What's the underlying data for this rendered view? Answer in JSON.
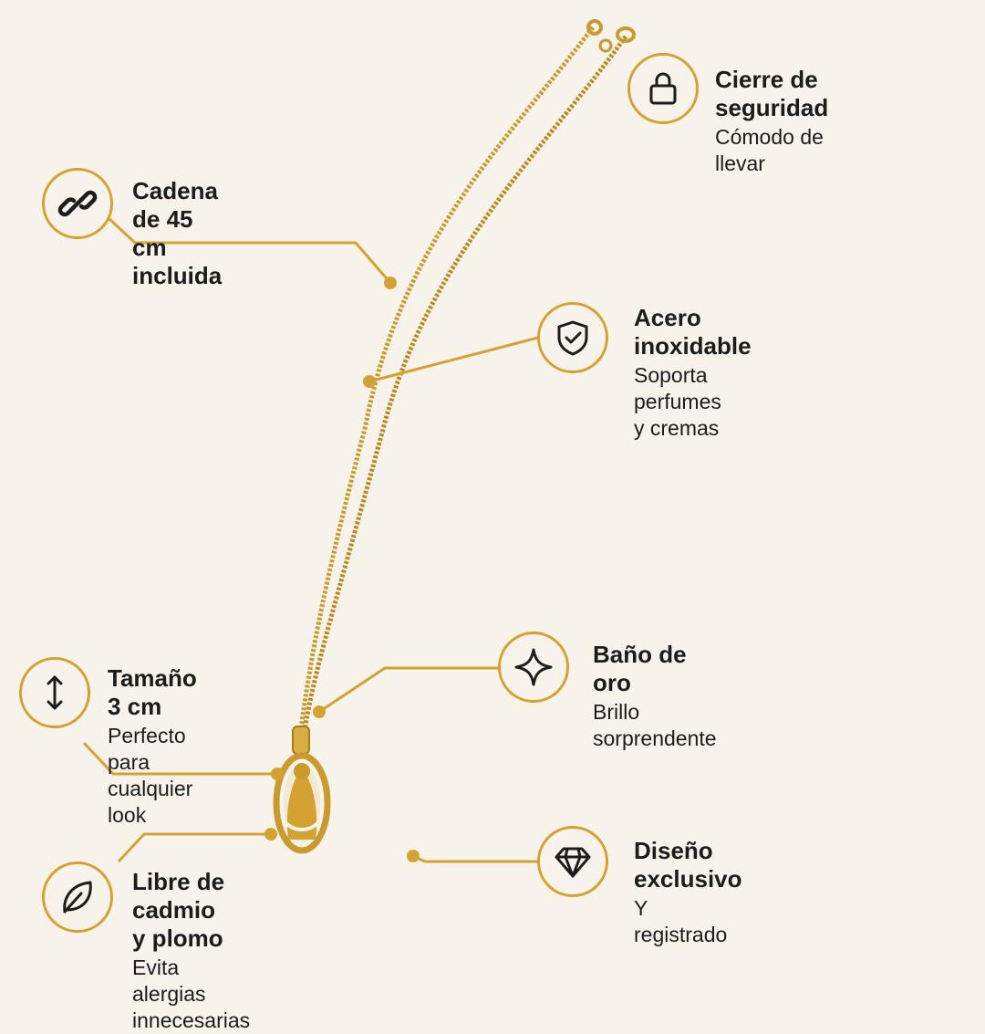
{
  "brand": {
    "accent": "#d4a233",
    "gold": "#c99a2e",
    "background": "#f7f3ea",
    "text": "#1c1c1c"
  },
  "features": {
    "clasp": {
      "icon": "lock-icon",
      "title": "Cierre de seguridad",
      "subtitle": "Cómodo de llevar"
    },
    "chain": {
      "icon": "chain-link-icon",
      "title": "Cadena de 45 cm\nincluida",
      "subtitle": ""
    },
    "steel": {
      "icon": "shield-check-icon",
      "title": "Acero inoxidable",
      "subtitle": "Soporta perfumes\ny cremas"
    },
    "gold": {
      "icon": "sparkle-icon",
      "title": "Baño de oro",
      "subtitle": "Brillo sorprendente"
    },
    "size": {
      "icon": "vertical-arrows-icon",
      "title": "Tamaño 3 cm",
      "subtitle": "Perfecto para\ncualquier look"
    },
    "design": {
      "icon": "diamond-icon",
      "title": "Diseño exclusivo",
      "subtitle": "Y registrado"
    },
    "cadmium": {
      "icon": "leaf-icon",
      "title": "Libre de cadmio\ny plomo",
      "subtitle": "Evita alergias\ninnecesarias"
    }
  }
}
